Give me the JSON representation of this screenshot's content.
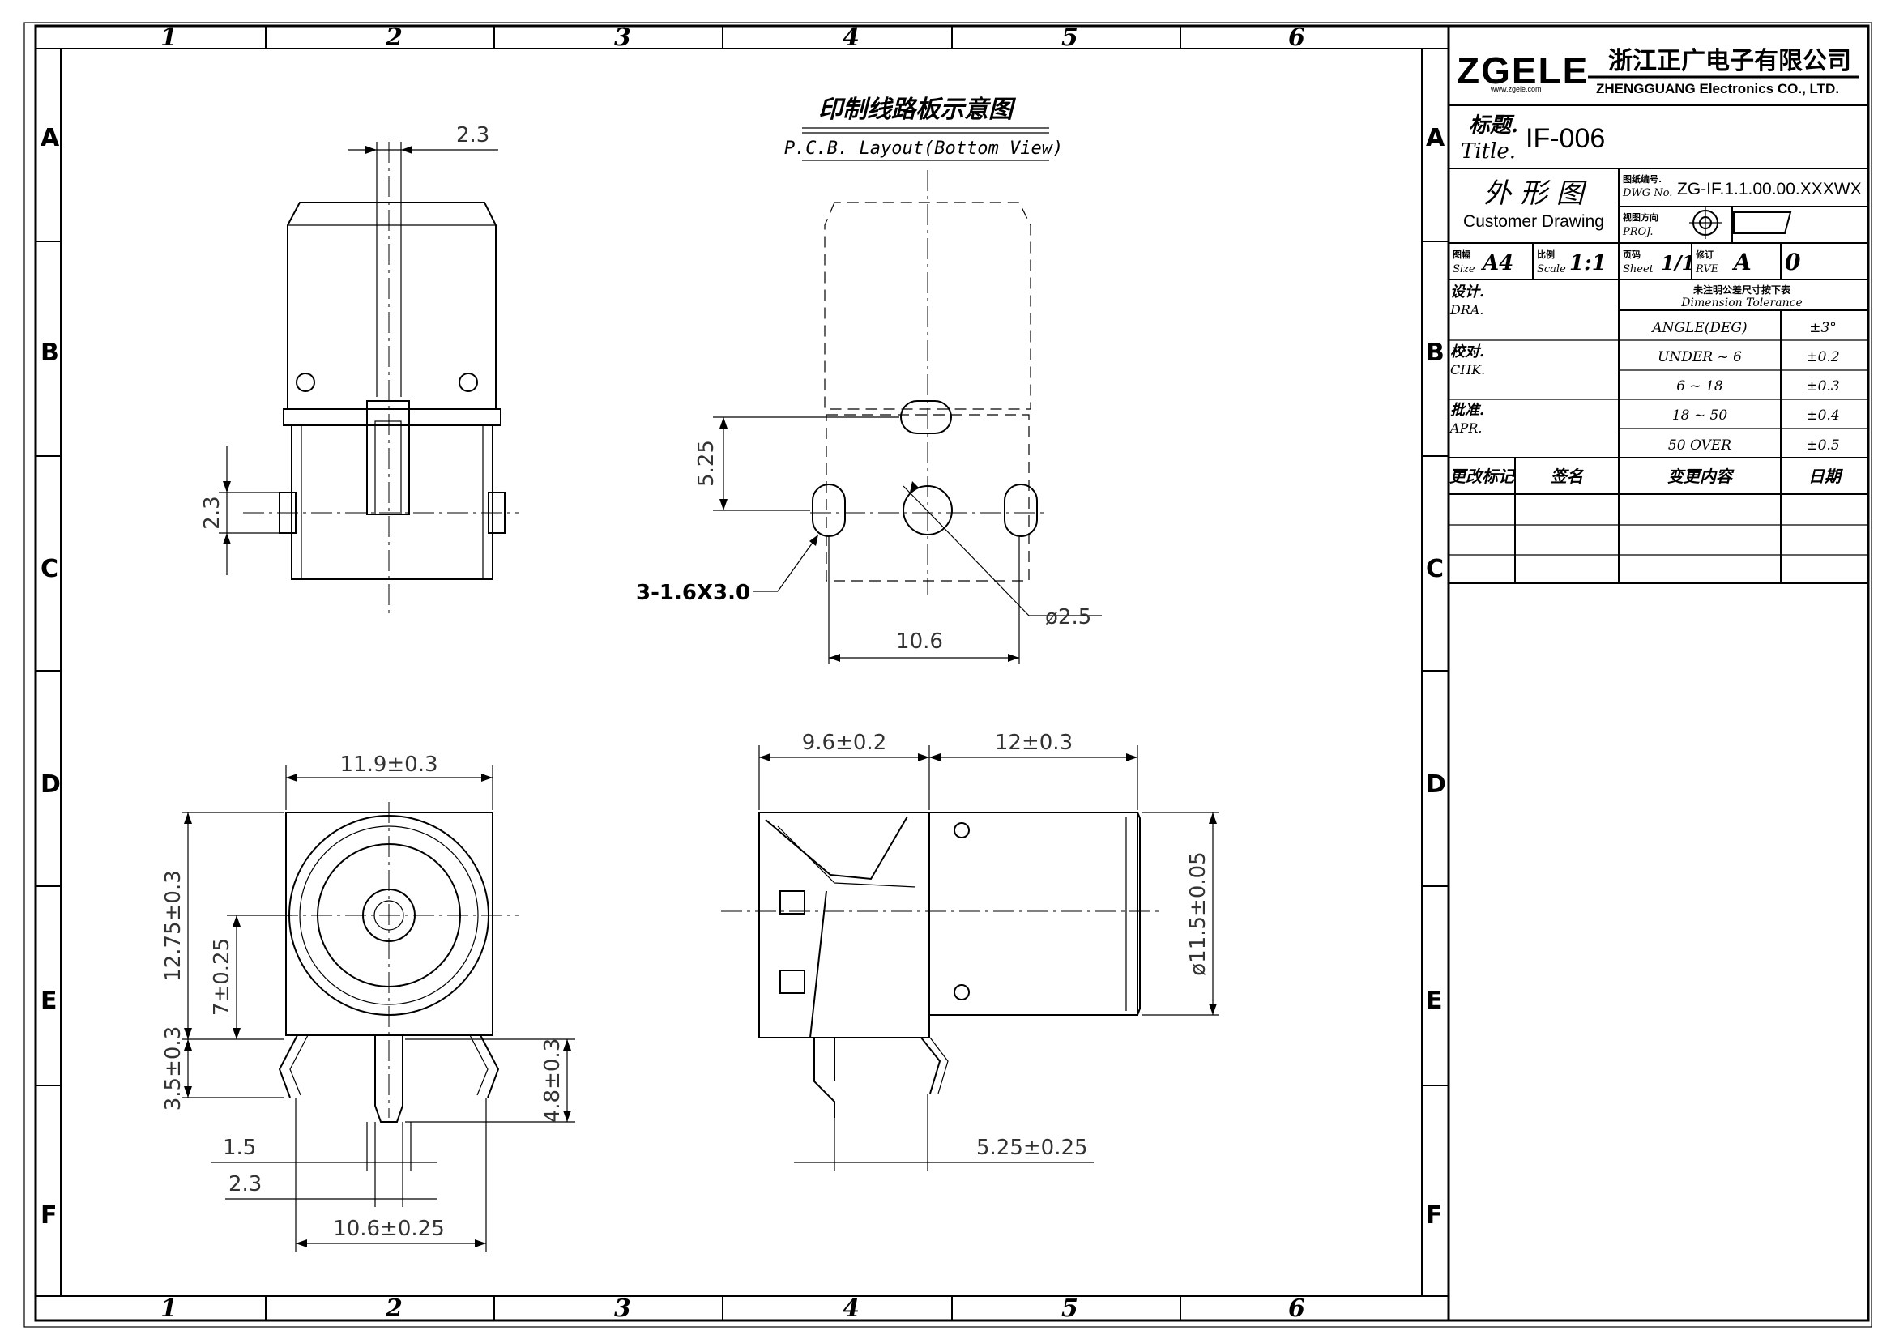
{
  "frame": {
    "columns": [
      "1",
      "2",
      "3",
      "4",
      "5",
      "6"
    ],
    "rows": [
      "A",
      "B",
      "C",
      "D",
      "E",
      "F"
    ]
  },
  "pcb_view": {
    "title_cn": "印制线路板示意图",
    "title_en": "P.C.B. Layout(Bottom View)",
    "dims": {
      "slot": "3-1.6X3.0",
      "hole": "ø2.5",
      "pitch_x": "10.6",
      "pitch_y": "5.25"
    }
  },
  "top_view": {
    "dims": {
      "width": "2.3",
      "height": "2.3"
    }
  },
  "front_view": {
    "dims": {
      "width": "11.9±0.3",
      "height": "12.75±0.3",
      "center_h": "7±0.25",
      "leg": "3.5±0.3",
      "pin": "4.8±0.3",
      "pin_w1": "1.5",
      "pin_w2": "2.3",
      "pitch": "10.6±0.25"
    }
  },
  "side_view": {
    "dims": {
      "body": "9.6±0.2",
      "barrel": "12±0.3",
      "diameter": "ø11.5±0.05",
      "pin_offset": "5.25±0.25"
    }
  },
  "title_block": {
    "logo": "ZGELE",
    "logo_sub": "www.zgele.com",
    "company_cn": "浙江正广电子有限公司",
    "company_en": "ZHENGGUANG Electronics CO., LTD.",
    "title_label_cn": "标题.",
    "title_label_en": "Title.",
    "title_value": "IF-006",
    "drawing_type_cn": "外 形 图",
    "drawing_type_en": "Customer Drawing",
    "dwg_label_cn": "图纸编号.",
    "dwg_label_en": "DWG No.",
    "dwg_value": "ZG-IF.1.1.00.00.XXXWX",
    "proj_label_cn": "视图方向",
    "proj_label_en": "PROJ.",
    "size_label_cn": "图幅",
    "size_label_en": "Size",
    "size_value": "A4",
    "scale_label_cn": "比例",
    "scale_label_en": "Scale",
    "scale_value": "1:1",
    "sheet_label_cn": "页码",
    "sheet_label_en": "Sheet",
    "sheet_value": "1/1",
    "rev_label_cn": "修订",
    "rev_label_en": "RVE",
    "rev_value": "A",
    "rev_num": "0",
    "dra_cn": "设计.",
    "dra_en": "DRA.",
    "chk_cn": "校对.",
    "chk_en": "CHK.",
    "apr_cn": "批准.",
    "apr_en": "APR.",
    "tol_title_cn": "未注明公差尺寸按下表",
    "tol_title_en": "Dimension Tolerance",
    "tolerances": [
      {
        "range": "ANGLE(DEG)",
        "value": "±3°"
      },
      {
        "range": "UNDER ~ 6",
        "value": "±0.2"
      },
      {
        "range": "6  ~  18",
        "value": "±0.3"
      },
      {
        "range": "18  ~  50",
        "value": "±0.4"
      },
      {
        "range": "50    OVER",
        "value": "±0.5"
      }
    ],
    "rev_headers": [
      "更改标记",
      "签名",
      "变更内容",
      "日期"
    ]
  }
}
